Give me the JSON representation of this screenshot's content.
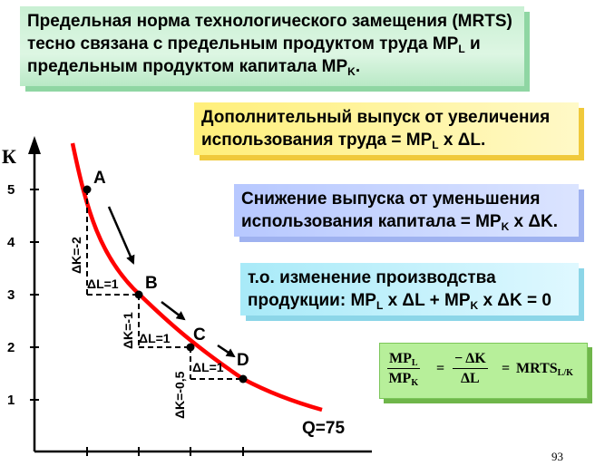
{
  "title": {
    "line1": "Предельная норма технологического замещения (MRTS)",
    "line2_pre": "тесно связана с предельным продуктом труда MP",
    "line2_sub": "L",
    "line2_post": " и",
    "line3_pre": "предельным продуктом капитала MP",
    "line3_sub": "K",
    "line3_post": "."
  },
  "labor_box": {
    "line1": "Дополнительный выпуск от увеличения",
    "line2_pre": "использования труда = MP",
    "line2_sub": "L",
    "line2_post": " х ΔL."
  },
  "capital_box": {
    "line1": "Снижение выпуска от уменьшения",
    "line2_pre": "использования капитала =  MP",
    "line2_sub": "K",
    "line2_post": " х ΔK."
  },
  "total_box": {
    "line1": "т.о. изменение производства",
    "line2_a": "продукции:  MP",
    "line2_sub1": "L",
    "line2_b": " х ΔL + MP",
    "line2_sub2": "K",
    "line2_c": " х ΔK = 0"
  },
  "formula": {
    "num1": "MP",
    "num1_sub": "L",
    "den1": "MP",
    "den1_sub": "K",
    "eq1": "=",
    "num2": "− ΔK",
    "den2": "ΔL",
    "eq2": "=",
    "rhs": "MRTS",
    "rhs_sub": "L/K"
  },
  "chart": {
    "y_axis_label": "К",
    "y_ticks": [
      "1",
      "2",
      "3",
      "4",
      "5"
    ],
    "curve_label": "Q=75",
    "points": [
      "A",
      "B",
      "C",
      "D"
    ],
    "delta_k": [
      "ΔK=-2",
      "ΔK=-1",
      "ΔK=-0,5"
    ],
    "delta_l": [
      "ΔL=1",
      "ΔL=1",
      "ΔL=1"
    ],
    "curve_color": "#ff0000"
  },
  "page_number": "93"
}
